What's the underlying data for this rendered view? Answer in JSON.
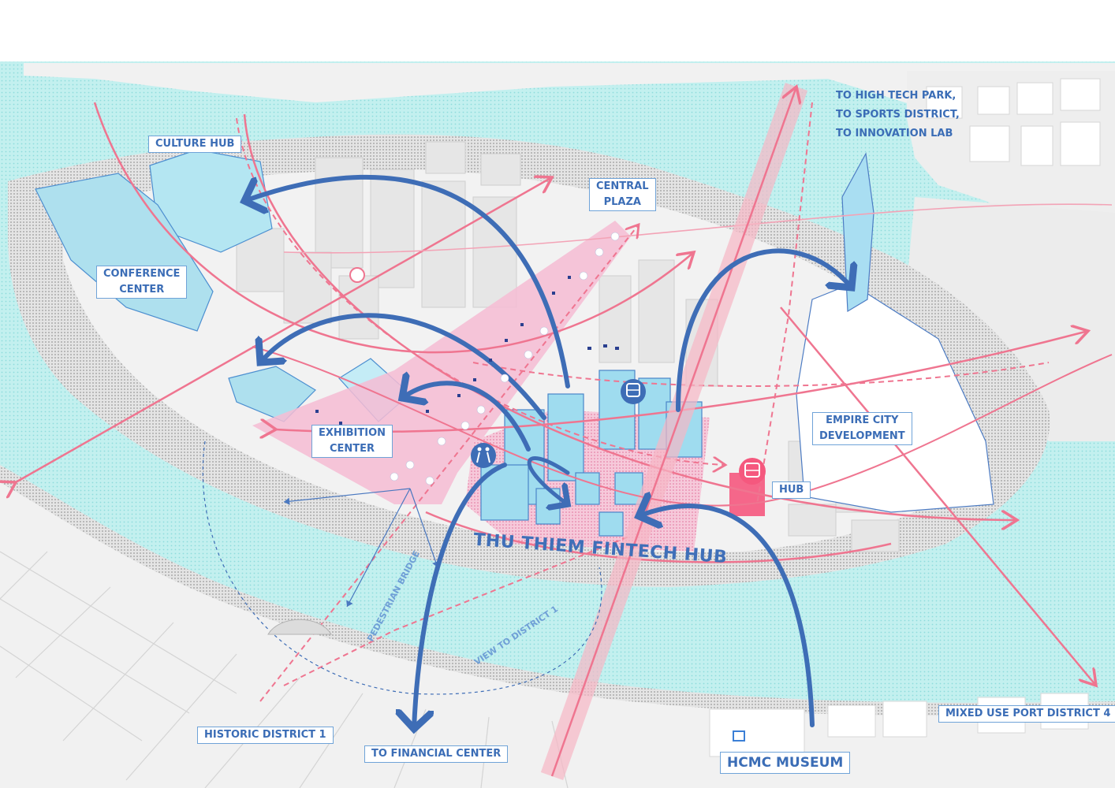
{
  "labels": {
    "culture_hub": "CULTURE HUB",
    "central_plaza": "CENTRAL\nPLAZA",
    "conference_center": "CONFERENCE\nCENTER",
    "exhibition_center": "EXHIBITION\nCENTER",
    "empire_city": "EMPIRE CITY\nDEVELOPMENT",
    "hub": "HUB",
    "title": "THU THIEM FINTECH HUB",
    "pedestrian_bridge": "PEDESTRIAN BRIDGE",
    "view_to_district_1": "VIEW TO DISTRICT 1",
    "historic_district": "HISTORIC DISTRICT 1",
    "financial_center": "TO FINANCIAL CENTER",
    "hcmc_museum": "HCMC MUSEUM",
    "mixed_use_port": "MIXED USE PORT DISTRICT 4",
    "high_tech_line1": "TO HIGH TECH PARK,",
    "high_tech_line2": "TO SPORTS DISTRICT,",
    "high_tech_line3": "TO INNOVATION LAB"
  },
  "icons": [
    "bus-icon",
    "metro-train-icon",
    "pedestrian-icon"
  ],
  "colors": {
    "water": "#c6f2f2",
    "land": "#efefef",
    "flow_arrow": "#3e6db6",
    "road": "#f07a92",
    "plaza": "#f5b6cf",
    "building_highlight": "#9fdcef"
  }
}
